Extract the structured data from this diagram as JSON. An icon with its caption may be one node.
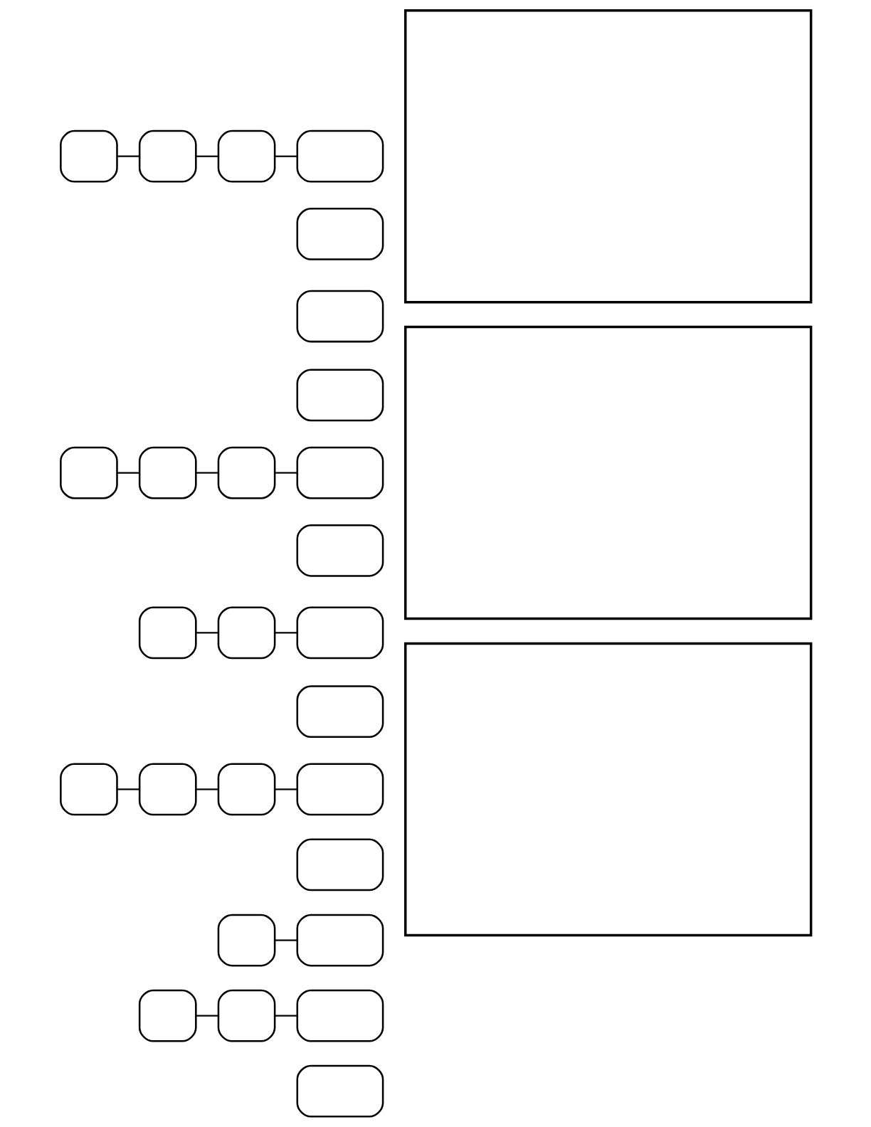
{
  "diagram": {
    "nodes": [
      {
        "text": [],
        "shape": "box"
      },
      {
        "text": [],
        "shape": "box"
      },
      {
        "text": [],
        "shape": "box"
      },
      {
        "text": [],
        "shape": "box"
      },
      {
        "text": [],
        "shape": "box"
      },
      {
        "text": [],
        "shape": "box"
      },
      {
        "text": [],
        "shape": "box"
      },
      {
        "text": [],
        "shape": "rectangle"
      },
      {
        "text": [],
        "shape": "box"
      },
      {
        "text": [],
        "shape": "box"
      },
      {
        "text": [],
        "shape": "box"
      },
      {
        "text": [],
        "shape": "box"
      },
      {
        "text": [],
        "shape": "box"
      },
      {
        "text": [],
        "shape": "box"
      },
      {
        "text": [],
        "shape": "box"
      },
      {
        "text": [],
        "shape": "box"
      },
      {
        "text": [],
        "shape": "box"
      },
      {
        "text": [],
        "shape": "rectangle"
      },
      {
        "text": [],
        "shape": "box"
      },
      {
        "text": [],
        "shape": "box"
      },
      {
        "text": [],
        "shape": "box"
      },
      {
        "text": [],
        "shape": "box"
      },
      {
        "text": [],
        "shape": "box"
      },
      {
        "text": [],
        "shape": "box"
      },
      {
        "text": [],
        "shape": "box"
      },
      {
        "text": [],
        "shape": "box"
      },
      {
        "text": [],
        "shape": "box"
      },
      {
        "text": [],
        "shape": "box"
      },
      {
        "text": [],
        "shape": "box"
      },
      {
        "text": [],
        "shape": "rectangle"
      }
    ],
    "edges": [
      {
        "from": 0,
        "to": 1,
        "arrow": "none"
      },
      {
        "from": 1,
        "to": 2,
        "arrow": "none"
      },
      {
        "from": 2,
        "to": 3,
        "arrow": "none"
      },
      {
        "from": 8,
        "to": 9,
        "arrow": "none"
      },
      {
        "from": 9,
        "to": 10,
        "arrow": "none"
      },
      {
        "from": 10,
        "to": 11,
        "arrow": "none"
      },
      {
        "from": 13,
        "to": 14,
        "arrow": "none"
      },
      {
        "from": 14,
        "to": 15,
        "arrow": "none"
      },
      {
        "from": 18,
        "to": 19,
        "arrow": "none"
      },
      {
        "from": 19,
        "to": 20,
        "arrow": "none"
      },
      {
        "from": 20,
        "to": 21,
        "arrow": "none"
      },
      {
        "from": 23,
        "to": 24,
        "arrow": "none"
      },
      {
        "from": 25,
        "to": 26,
        "arrow": "none"
      },
      {
        "from": 26,
        "to": 27,
        "arrow": "none"
      }
    ]
  }
}
